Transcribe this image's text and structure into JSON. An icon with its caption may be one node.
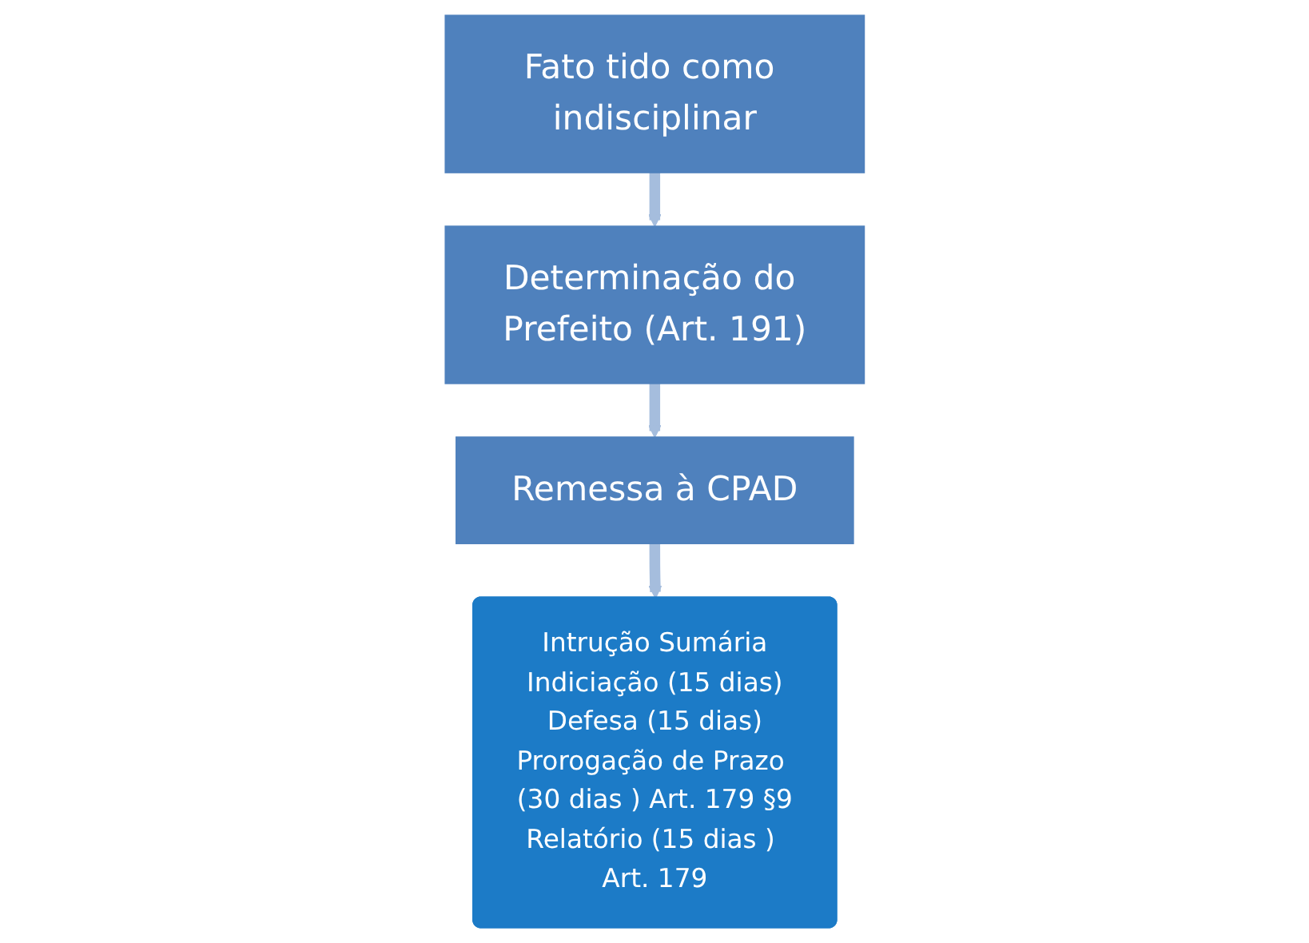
{
  "diagram": {
    "nodes": [
      {
        "text": [
          "Fato tido como indisciplinar"
        ]
      },
      {
        "text": [
          "Determinação do Prefeito (Art. 191)"
        ]
      },
      {
        "text": [
          "Remessa à CPAD"
        ]
      },
      {
        "text": [
          "Intrução Sumária",
          "Indiciação (15 dias)",
          "Defesa (15 dias)",
          "Prorogação de Prazo (30 dias ) Art. 179 §9",
          "Relatório (15 dias ) Art. 179"
        ]
      }
    ],
    "edges": [
      {
        "from": 0,
        "to": 1,
        "arrow": "to"
      },
      {
        "from": 1,
        "to": 2,
        "arrow": "to"
      },
      {
        "from": 2,
        "to": 3,
        "arrow": "to"
      }
    ]
  }
}
